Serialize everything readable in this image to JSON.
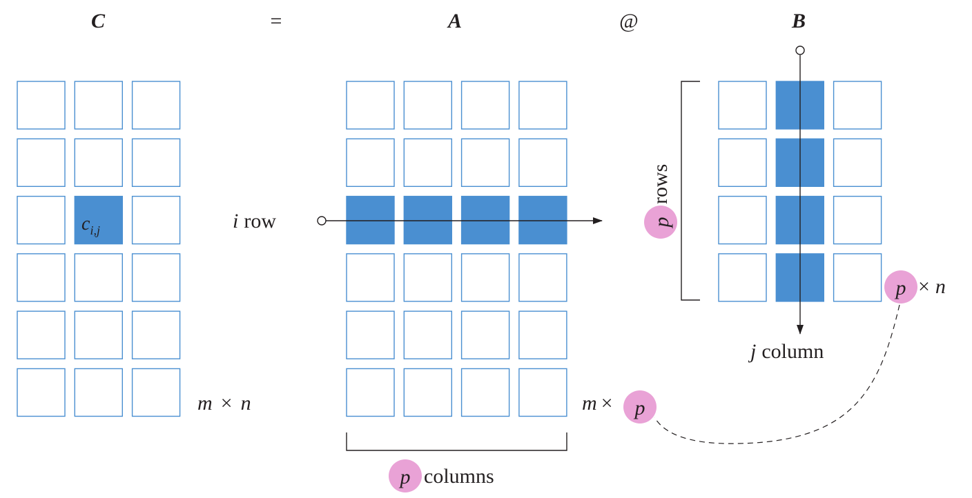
{
  "titles": {
    "c": "C",
    "equals": "=",
    "a": "A",
    "matmul": "@",
    "b": "B"
  },
  "matrix_c": {
    "rows": 6,
    "cols": 3,
    "highlight": [
      2,
      1
    ],
    "cell_label": {
      "base": "c",
      "subscript": "i,j"
    },
    "dims": {
      "m": "m",
      "times": "×",
      "n": "n"
    }
  },
  "matrix_a": {
    "rows": 6,
    "cols": 4,
    "highlight_row": 2,
    "row_label": {
      "var": "i",
      "word": "row"
    },
    "dims": {
      "m": "m",
      "times": "×",
      "p": "p"
    },
    "bracket_label": {
      "var": "p",
      "word": "columns"
    }
  },
  "matrix_b": {
    "rows": 4,
    "cols": 3,
    "highlight_col": 1,
    "col_label": {
      "var": "j",
      "word": "column"
    },
    "dims": {
      "p": "p",
      "times": "×",
      "n": "n"
    },
    "bracket_label": {
      "var": "p",
      "word": "rows"
    }
  },
  "colors": {
    "highlight": "#4a8fd1",
    "cell_border": "#4a8fd1",
    "bubble": "#e9a2d6",
    "ink": "#231f20"
  }
}
